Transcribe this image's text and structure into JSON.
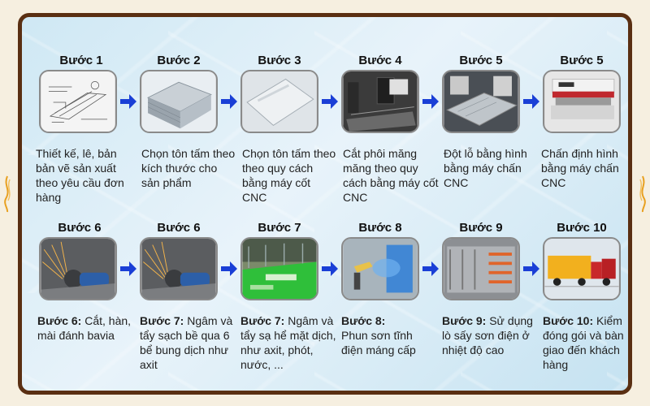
{
  "row1": [
    {
      "title": "Bước 1",
      "desc": "Thiết kế, lê, bản bản vẽ sản xuất theo yêu cầu đơn hàng",
      "image": "technical-drawing"
    },
    {
      "title": "Bước 2",
      "desc": "Chọn tôn tấm theo kích thước cho sản phẩm",
      "image": "sheet-stack"
    },
    {
      "title": "Bước 3",
      "desc": "Chọn tôn tấm theo theo quy cách bằng máy cốt CNC",
      "image": "metal-sheet"
    },
    {
      "title": "Bước 4",
      "desc": "Cắt phôi măng măng theo quy cách bằng máy cốt CNC",
      "image": "cnc-machine"
    },
    {
      "title": "Bước 5",
      "desc": "Đột lỗ bằng hình bằng máy chấn CNC",
      "image": "punching"
    },
    {
      "title": "Bước 5",
      "desc": "Chấn định hình bằng máy chấn CNC",
      "image": "press-brake"
    }
  ],
  "row2": [
    {
      "title": "Bước 6",
      "bold": "Bước 6:",
      "desc": " Cắt, hàn, mài đánh bavia",
      "image": "grinding"
    },
    {
      "title": "Bước 6",
      "bold": "Bước 7:",
      "desc": " Ngâm và tẩy sạch bề qua 6 bể bung dịch như axit",
      "image": "grinding"
    },
    {
      "title": "Bước 7",
      "bold": "Bước 7:",
      "desc": " Ngâm và tẩy sạ hể mặt dịch, như axit, phót, nước, ...",
      "image": "tanks"
    },
    {
      "title": "Bước 8",
      "bold": "Bước 8:",
      "desc": " Phun sơn tĩnh điện máng cấp",
      "image": "spray-paint"
    },
    {
      "title": "Bước 9",
      "bold": "Bước 9:",
      "desc": " Sử dụng lò sấy sơn điện ở nhiệt độ cao",
      "image": "oven"
    },
    {
      "title": "Bước 10",
      "bold": "Bước 10:",
      "desc": " Kiểm đóng gói và bàn giao đến khách hàng",
      "image": "trucks"
    }
  ],
  "colors": {
    "arrow": "#1a3fd6",
    "frame": "#5a2f12",
    "flame": "#e8a020"
  }
}
